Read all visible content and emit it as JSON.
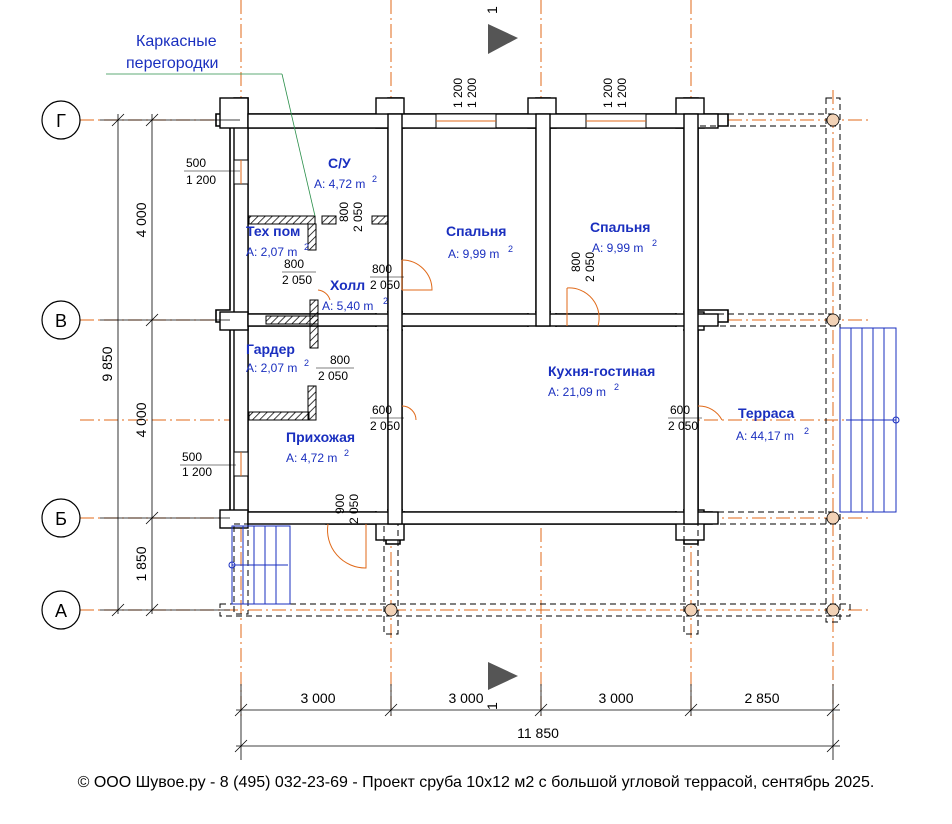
{
  "axes": {
    "g": "Г",
    "v": "В",
    "b": "Б",
    "a": "А"
  },
  "note": {
    "line1": "Каркасные",
    "line2": "перегородки"
  },
  "rooms": {
    "su": {
      "name": "С/У",
      "area": "A: 4,72 m"
    },
    "tech": {
      "name": "Тех пом",
      "area": "A: 2,07 m"
    },
    "hall": {
      "name": "Холл",
      "area": "A: 5,40 m"
    },
    "garder": {
      "name": "Гардер",
      "area": "A: 2,07 m"
    },
    "prih": {
      "name": "Прихожая",
      "area": "A: 4,72 m"
    },
    "sp1": {
      "name": "Спальня",
      "area": "A: 9,99 m"
    },
    "sp2": {
      "name": "Спальня",
      "area": "A: 9,99 m"
    },
    "kitchen": {
      "name": "Кухня-гостиная",
      "area": "A: 21,09 m"
    },
    "terrace": {
      "name": "Терраса",
      "area": "A: 44,17 m"
    }
  },
  "openings": {
    "w_left_top": {
      "w": "500",
      "h": "1 200"
    },
    "w_left_bot": {
      "w": "500",
      "h": "1 200"
    },
    "w_top1": {
      "w": "1 200",
      "h": "1 200"
    },
    "w_top2": {
      "w": "1 200",
      "h": "1 200"
    },
    "d_su": {
      "w": "800",
      "h": "2 050"
    },
    "d_tech": {
      "w": "800",
      "h": "2 050"
    },
    "d_sp1": {
      "w": "800",
      "h": "2 050"
    },
    "d_sp2": {
      "w": "800",
      "h": "2 050"
    },
    "d_garder": {
      "w": "800",
      "h": "2 050"
    },
    "d_kit": {
      "w": "600",
      "h": "2 050"
    },
    "d_ter": {
      "w": "600",
      "h": "2 050"
    },
    "d_entr": {
      "w": "900",
      "h": "2 050"
    }
  },
  "dims_left": {
    "top": "4 000",
    "mid": "4 000",
    "bot": "1 850",
    "total": "9 850"
  },
  "dims_bottom": {
    "d1": "3 000",
    "d2": "3 000",
    "d3": "3 000",
    "d4": "2 850",
    "total": "11 850"
  },
  "section_marks": {
    "top": "1",
    "bottom": "1"
  },
  "footer": "© ООО Шувое.ру - 8 (495) 032-23-69 - Проект сруба 10х12 м2 с большой угловой террасой, сентябрь 2025."
}
